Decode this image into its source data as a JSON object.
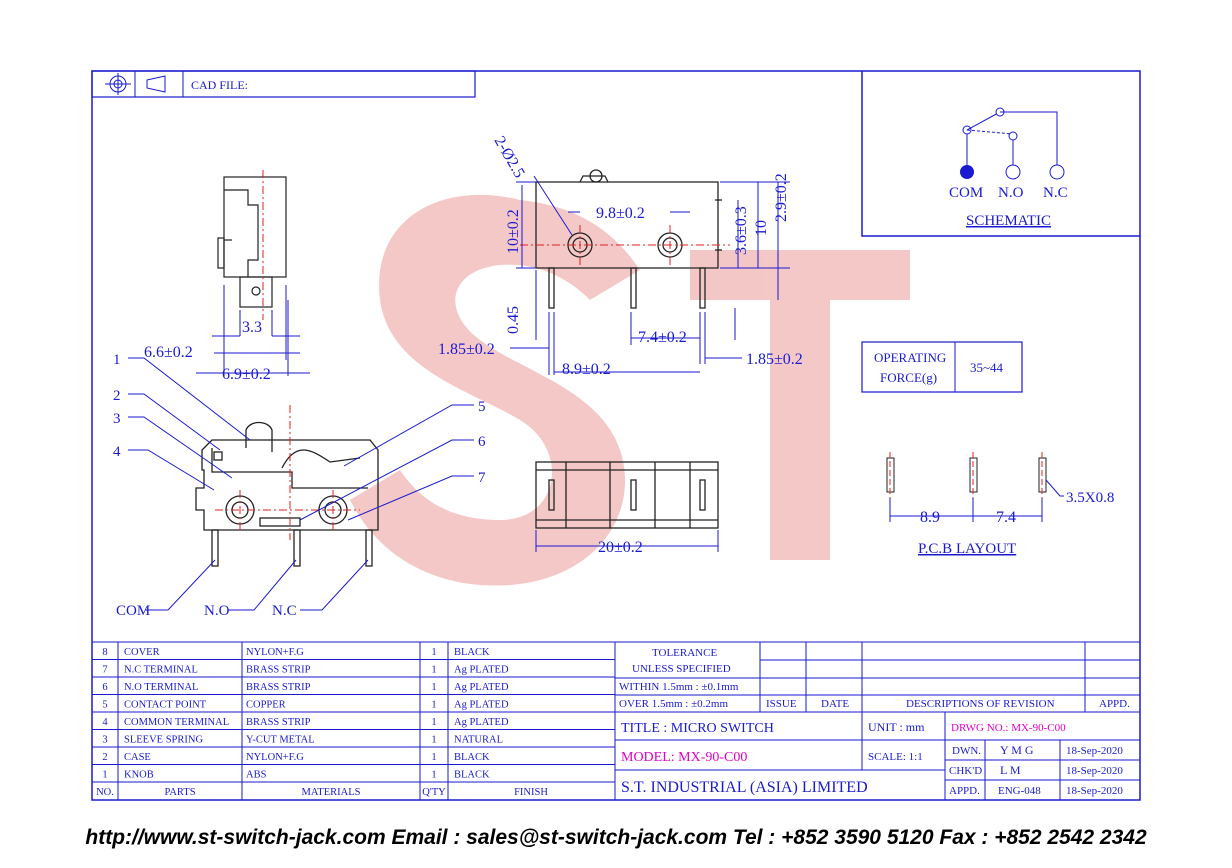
{
  "header": {
    "cad_file_label": "CAD FILE:"
  },
  "schematic": {
    "title": "SCHEMATIC",
    "com": "COM",
    "no": "N.O",
    "nc": "N.C"
  },
  "dims": {
    "d33": "3.3",
    "d66": "6.6±0.2",
    "d69": "6.9±0.2",
    "hole": "2-Ø2.5",
    "d98": "9.8±0.2",
    "d10a": "10±0.2",
    "d36": "3.6±0.3",
    "d10": "10",
    "d29": "2.9±0.2",
    "d045": "0.45",
    "d185l": "1.85±0.2",
    "d74": "7.4±0.2",
    "d89": "8.9±0.2",
    "d185r": "1.85±0.2",
    "d20": "20±0.2"
  },
  "force": {
    "label1": "OPERATING",
    "label2": "FORCE(g)",
    "value": "35~44"
  },
  "pcb": {
    "title": "P.C.B LAYOUT",
    "d89": "8.9",
    "d74": "7.4",
    "pad": "3.5X0.8"
  },
  "callouts": [
    "1",
    "2",
    "3",
    "4",
    "5",
    "6",
    "7"
  ],
  "terminals": {
    "com": "COM",
    "no": "N.O",
    "nc": "N.C"
  },
  "bom": {
    "rows": [
      {
        "no": "8",
        "part": "COVER",
        "material": "NYLON+F.G",
        "qty": "1",
        "finish": "BLACK"
      },
      {
        "no": "7",
        "part": "N.C TERMINAL",
        "material": "BRASS STRIP",
        "qty": "1",
        "finish": "Ag PLATED"
      },
      {
        "no": "6",
        "part": "N.O TERMINAL",
        "material": "BRASS STRIP",
        "qty": "1",
        "finish": "Ag PLATED"
      },
      {
        "no": "5",
        "part": "CONTACT POINT",
        "material": "COPPER",
        "qty": "1",
        "finish": "Ag PLATED"
      },
      {
        "no": "4",
        "part": "COMMON TERMINAL",
        "material": "BRASS STRIP",
        "qty": "1",
        "finish": "Ag PLATED"
      },
      {
        "no": "3",
        "part": "SLEEVE SPRING",
        "material": "Y-CUT METAL",
        "qty": "1",
        "finish": "NATURAL"
      },
      {
        "no": "2",
        "part": "CASE",
        "material": "NYLON+F.G",
        "qty": "1",
        "finish": "BLACK"
      },
      {
        "no": "1",
        "part": "KNOB",
        "material": "ABS",
        "qty": "1",
        "finish": "BLACK"
      }
    ],
    "headers": {
      "no": "NO.",
      "part": "PARTS",
      "material": "MATERIALS",
      "qty": "Q'TY",
      "finish": "FINISH"
    }
  },
  "tolerance": {
    "title1": "TOLERANCE",
    "title2": "UNLESS  SPECIFIED",
    "within": "WITHIN  1.5mm : ±0.1mm",
    "over": "OVER    1.5mm : ±0.2mm"
  },
  "revision": {
    "issue": "ISSUE",
    "date": "DATE",
    "desc": "DESCRIPTIONS  OF  REVISION",
    "appd": "APPD."
  },
  "titleblock": {
    "title": "TITLE : MICRO SWITCH",
    "unit": "UNIT :  mm",
    "drwg": "DRWG NO.: MX-90-C00",
    "model": "MODEL: MX-90-C00",
    "scale": "SCALE:  1:1",
    "company": "S.T.  INDUSTRIAL  (ASIA)  LIMITED",
    "dwn": "DWN.",
    "dwn_by": "Y M G",
    "dwn_date": "18-Sep-2020",
    "chkd": "CHK'D",
    "chkd_by": "L M",
    "chkd_date": "18-Sep-2020",
    "appd": "APPD.",
    "appd_by": "ENG-048",
    "appd_date": "18-Sep-2020"
  },
  "footer": "http://www.st-switch-jack.com  Email : sales@st-switch-jack.com  Tel : +852 3590 5120  Fax : +852 2542 2342",
  "colors": {
    "line": "#1a1ad0",
    "red": "#e02020",
    "watermark": "#f2b8b8",
    "magenta": "#e000c8"
  }
}
